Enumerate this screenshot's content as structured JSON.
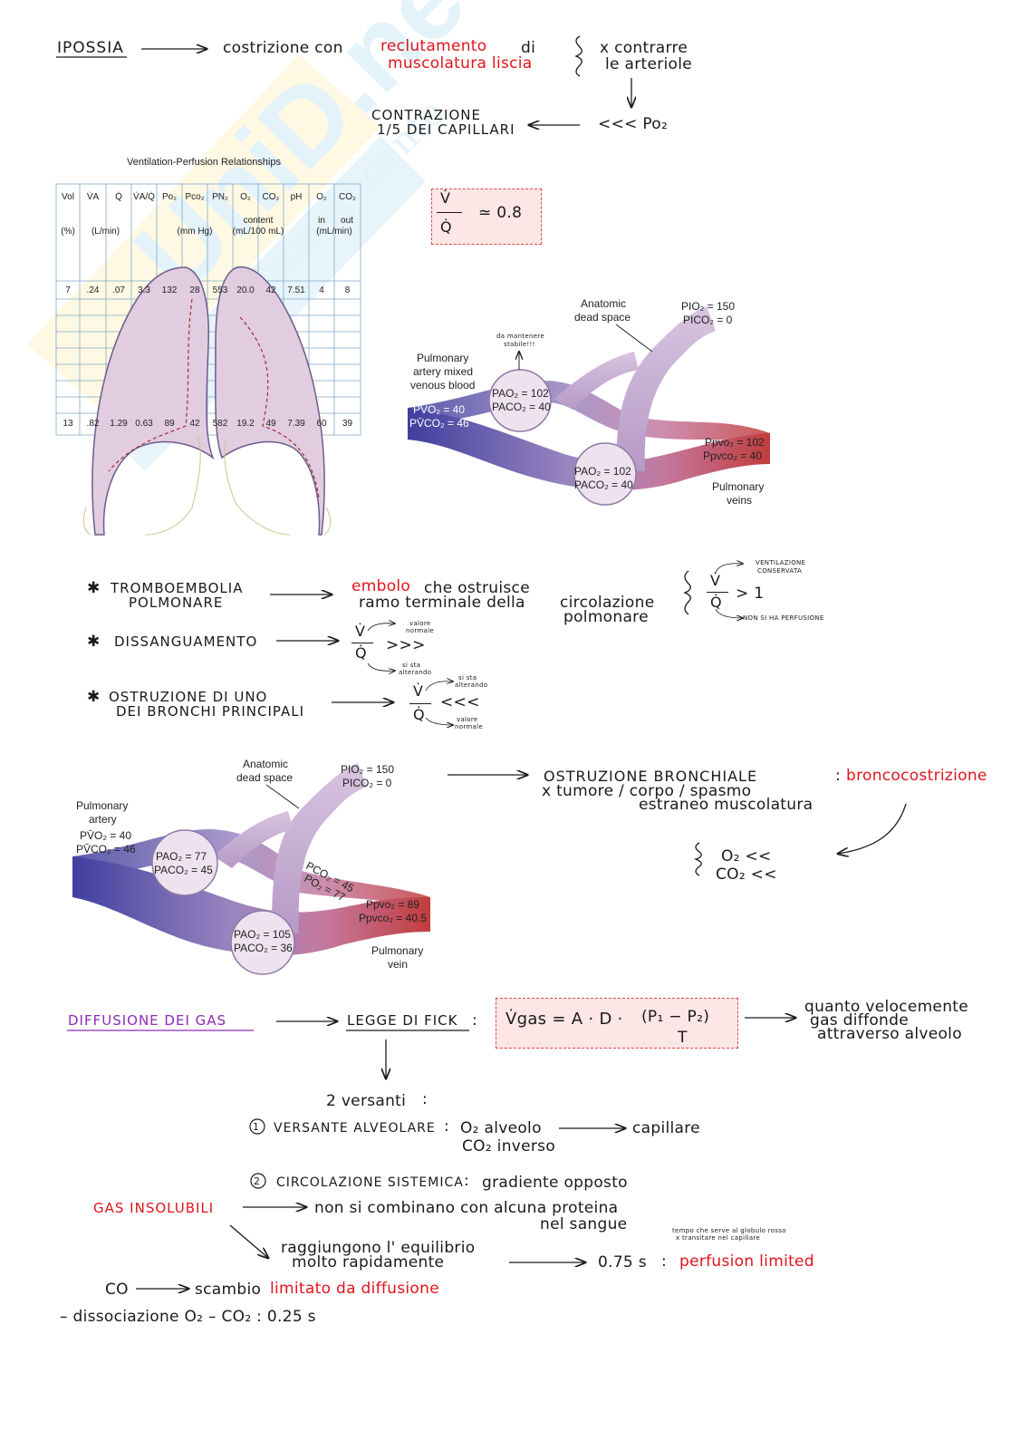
{
  "hypoxia": {
    "term": "IPOSSIA",
    "line1_pre": "costrizione con",
    "line1_red": "reclutamento",
    "line1_post": "di",
    "line2_red": "muscolatura liscia",
    "purpose1": "x contrarre",
    "purpose2": "le arteriole",
    "low_po2": "<<< Po₂",
    "contraction1": "CONTRAZIONE",
    "contraction2": "1/5 DEI CAPILLARI"
  },
  "vq_figure": {
    "title": "Ventilation-Perfusion Relationships",
    "headers": [
      "Vol",
      "V̇A",
      "Q̇",
      "V̇A/Q̇",
      "Po₂",
      "Pco₂",
      "PN₂",
      "O₂",
      "CO₂",
      "pH",
      "O₂",
      "CO₂"
    ],
    "units": {
      "vol": "(%)",
      "flow": "(L/min)",
      "pressure": "(mm Hg)",
      "content1": "content",
      "content2": "(mL/100 mL)",
      "inout1": "in",
      "inout_out": "out",
      "inout2": "(mL/min)"
    },
    "top_row": [
      "7",
      ".24",
      ".07",
      "3.3",
      "132",
      "28",
      "553",
      "20.0",
      "42",
      "7.51",
      "4",
      "8"
    ],
    "bottom_row": [
      "13",
      ".82",
      "1.29",
      "0.63",
      "89",
      "42",
      "582",
      "19.2",
      "49",
      "7.39",
      "60",
      "39"
    ]
  },
  "vq_ratio": {
    "label": "V̇ / Q̇",
    "value": "≃ 0.8"
  },
  "alveolus1": {
    "anatomic1": "Anatomic",
    "anatomic2": "dead space",
    "pio2": "PIO₂ = 150",
    "pico2": "PICO₂ = 0",
    "note1": "da mantenere",
    "note2": "stabile!!!",
    "pa_artery1": "Pulmonary",
    "pa_artery2": "artery mixed",
    "pa_artery3": "venous blood",
    "pvo2": "PV̄O₂ = 40",
    "pvco2": "PV̄CO₂ = 46",
    "upper_pao2": "PAO₂ = 102",
    "upper_paco2": "PACO₂ = 40",
    "lower_pao2": "PAO₂ = 102",
    "lower_paco2": "PACO₂ = 40",
    "ppvo2": "Ppvo₂ = 102",
    "ppvco2": "Ppvco₂ = 40",
    "veins1": "Pulmonary",
    "veins2": "veins"
  },
  "cases": {
    "c1_term1": "TROMBOEMBOLIA",
    "c1_term2": "POLMONARE",
    "c1_red": "embolo",
    "c1_text1": "che ostruisce",
    "c1_text2": "ramo terminale della",
    "c1_text3": "circolazione",
    "c1_text4": "polmonare",
    "c1_result": "> 1",
    "c1_note_top1": "VENTILAZIONE",
    "c1_note_top2": "CONSERVATA",
    "c1_note_bottom": "NON SI HA PERFUSIONE",
    "c2_term": "DISSANGUAMENTO",
    "c2_result": ">>>",
    "c2_note_top1": "valore",
    "c2_note_top2": "normale",
    "c2_note_bottom1": "si sta",
    "c2_note_bottom2": "alterando",
    "c3_term1": "OSTRUZIONE DI UNO",
    "c3_term2": "DEI BRONCHI PRINCIPALI",
    "c3_result": "<<<",
    "c3_note_top1": "si sta",
    "c3_note_top2": "alterando",
    "c3_note_bottom1": "valore",
    "c3_note_bottom2": "normale",
    "v": "V̇",
    "q": "Q̇"
  },
  "alveolus2": {
    "anatomic1": "Anatomic",
    "anatomic2": "dead space",
    "pio2": "PIO₂ = 150",
    "pico2": "PICO₂ = 0",
    "pa1": "Pulmonary",
    "pa2": "artery",
    "pvo2": "PV̄O₂ = 40",
    "pvco2": "PV̄CO₂ = 46",
    "upper_pao2": "PAO₂ = 77",
    "upper_paco2": "PACO₂ = 45",
    "pco2": "PCO₂ = 45",
    "po2": "PO₂ = 77",
    "ppvo2": "Ppvo₂ = 89",
    "ppvco2": "Ppvco₂ = 40.5",
    "lower_pao2": "PAO₂ = 105",
    "lower_paco2": "PACO₂ = 36",
    "vein1": "Pulmonary",
    "vein2": "vein"
  },
  "obstruction": {
    "title": "OSTRUZIONE BRONCHIALE",
    "line2": "x tumore / corpo   / spasmo",
    "line3": "estraneo  muscolatura",
    "red": "broncocostrizione",
    "o2": "O₂  <<",
    "co2": "CO₂  <<"
  },
  "diffusion": {
    "title": "DIFFUSIONE DEI GAS",
    "law": "LEGGE DI FICK",
    "formula_left": "V̇gas = A · D ·",
    "formula_num": "(P₁ − P₂)",
    "formula_den": "T",
    "result1": "quanto velocemente",
    "result2": "gas diffonde",
    "result3": "attraverso alveolo",
    "versanti": "2 versanti",
    "v1_num": "1",
    "v1_label": "VERSANTE ALVEOLARE",
    "v1_a": "O₂ alveolo",
    "v1_b": "capillare",
    "v1_c": "CO₂ inverso",
    "v2_num": "2",
    "v2_label": "CIRCOLAZIONE SISTEMICA",
    "v2_text": "gradiente opposto"
  },
  "insoluble": {
    "term": "GAS INSOLUBILI",
    "text1": "non si combinano con alcuna proteina",
    "text2": "nel sangue",
    "eq1": "raggiungono l' equilibrio",
    "eq2": "molto rapidamente",
    "time": "0.75 s",
    "red": "perfusion limited",
    "note1": "tempo che serve al globulo rosso",
    "note2": "x transitare nel capillare",
    "co": "CO",
    "co_text": "scambio",
    "co_red": "limitato da diffusione",
    "dissoc": "–  dissociazione  O₂ – CO₂ : 0.25 s"
  }
}
